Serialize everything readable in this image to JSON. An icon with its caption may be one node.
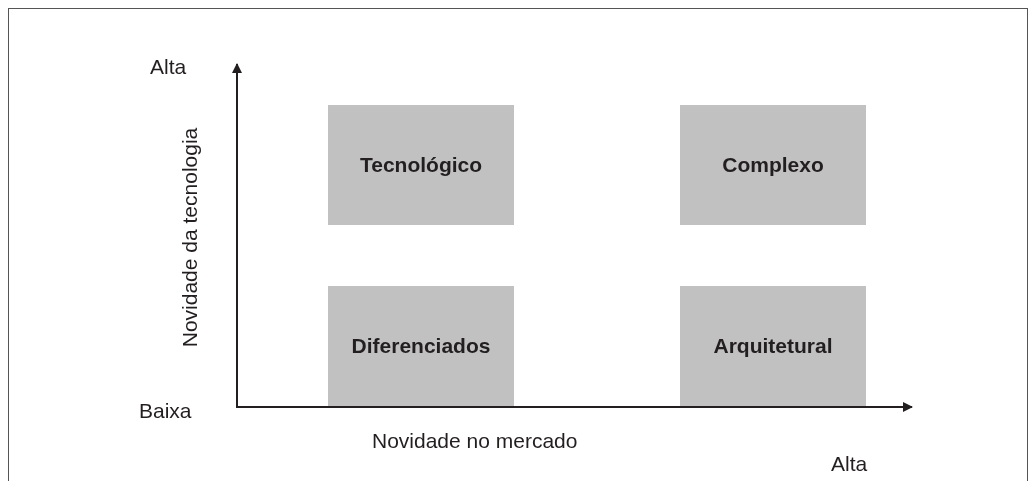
{
  "diagram": {
    "nodes": [
      {
        "text": [
          "Tecnológico"
        ]
      },
      {
        "text": [
          "Complexo"
        ]
      },
      {
        "text": [
          "Diferenciados"
        ]
      },
      {
        "text": [
          "Arquitetural"
        ]
      }
    ],
    "labels": [
      "Alta",
      "Novidade da tecnologia",
      "Baixa",
      "Novidade no mercado",
      "Alta"
    ]
  }
}
